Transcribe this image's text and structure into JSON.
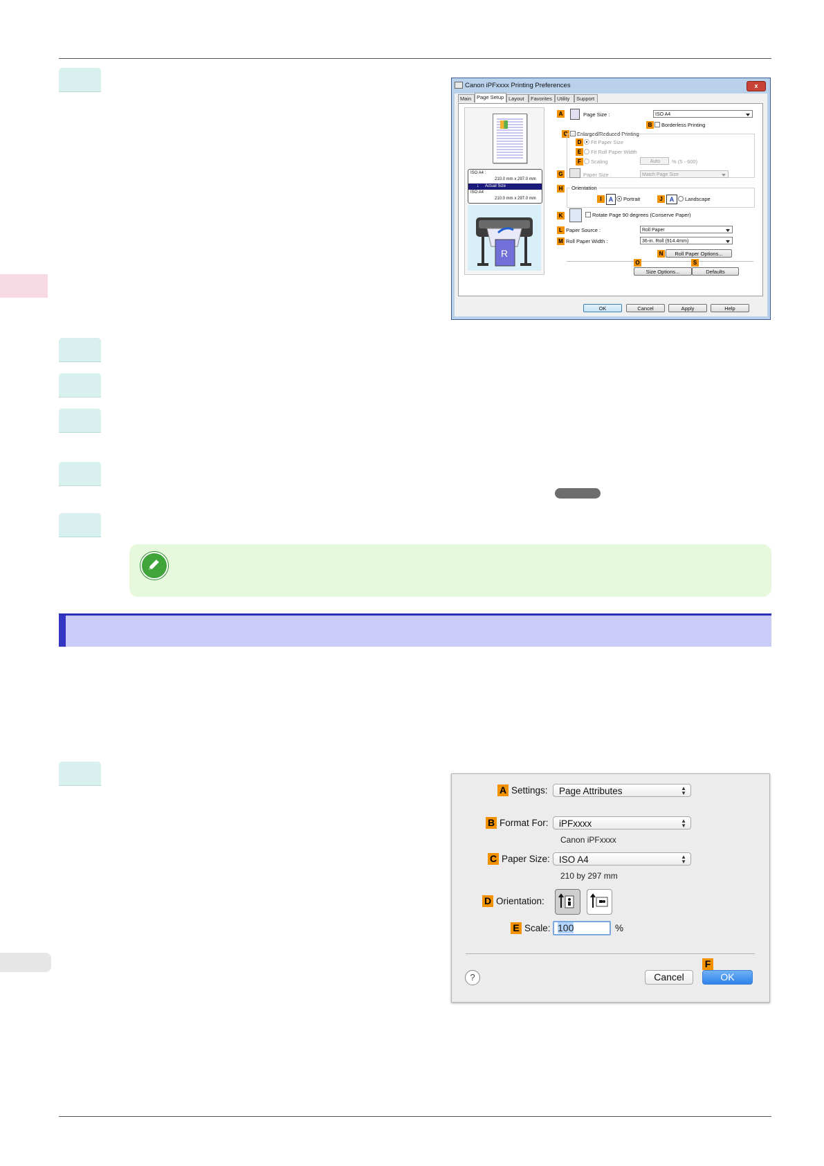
{
  "windows_dialog": {
    "title": "Canon iPFxxxx Printing Preferences",
    "close_glyph": "x",
    "tabs": [
      "Main",
      "Page Setup",
      "Layout",
      "Favorites",
      "Utility",
      "Support"
    ],
    "preview": {
      "size_top": "ISO A4 :",
      "dims_top": "210.0 mm x 297.0 mm",
      "actual_size": "Actual Size",
      "size_bottom": "ISO A4",
      "dims_bottom": "210.0 mm x 297.0 mm"
    },
    "labels": {
      "A": "A",
      "B": "B",
      "C": "C",
      "D": "D",
      "E": "E",
      "F": "F",
      "G": "G",
      "H": "H",
      "I": "I",
      "J": "J",
      "K": "K",
      "L": "L",
      "M": "M",
      "N": "N",
      "O": "O",
      "S": "S"
    },
    "page_size_label": "Page Size :",
    "page_size_value": "ISO A4",
    "borderless_label": "Borderless Printing",
    "enlarged_label": "Enlarged/Reduced Printing",
    "fit_paper_size": "Fit Paper Size",
    "fit_roll_width": "Fit Roll Paper Width",
    "scaling_label": "Scaling",
    "scaling_value": "Auto",
    "scaling_unit": "% (5 - 600)",
    "paper_size_label": "Paper Size :",
    "paper_size_value": "Match Page Size",
    "orientation_label": "Orientation",
    "portrait": "Portrait",
    "landscape": "Landscape",
    "orient_glyph": "A",
    "rotate_label": "Rotate Page 90 degrees (Conserve Paper)",
    "paper_source_label": "Paper Source :",
    "paper_source_value": "Roll Paper",
    "roll_width_label": "Roll Paper Width :",
    "roll_width_value": "36-in. Roll (914.4mm)",
    "roll_options": "Roll Paper Options...",
    "size_options": "Size Options...",
    "defaults": "Defaults",
    "ok": "OK",
    "cancel": "Cancel",
    "apply": "Apply",
    "help": "Help"
  },
  "mac_dialog": {
    "labels": {
      "A": "A",
      "B": "B",
      "C": "C",
      "D": "D",
      "E": "E",
      "F": "F"
    },
    "settings_label": "Settings:",
    "settings_value": "Page Attributes",
    "format_for_label": "Format For:",
    "format_for_value": "iPFxxxx",
    "format_for_sub": "Canon iPFxxxx",
    "paper_size_label": "Paper Size:",
    "paper_size_value": "ISO A4",
    "paper_size_sub": "210 by 297 mm",
    "orientation_label": "Orientation:",
    "scale_label": "Scale:",
    "scale_value": "100",
    "scale_unit": "%",
    "help_glyph": "?",
    "cancel": "Cancel",
    "ok": "OK"
  },
  "colors": {
    "step_tab": "#d8f0ee",
    "note_bg": "#e6f9dc",
    "section_bg": "#cbcbf8",
    "section_bar": "#3535c5",
    "label_orange": "#f29200",
    "side_tab_pink": "#f7d9e3"
  }
}
